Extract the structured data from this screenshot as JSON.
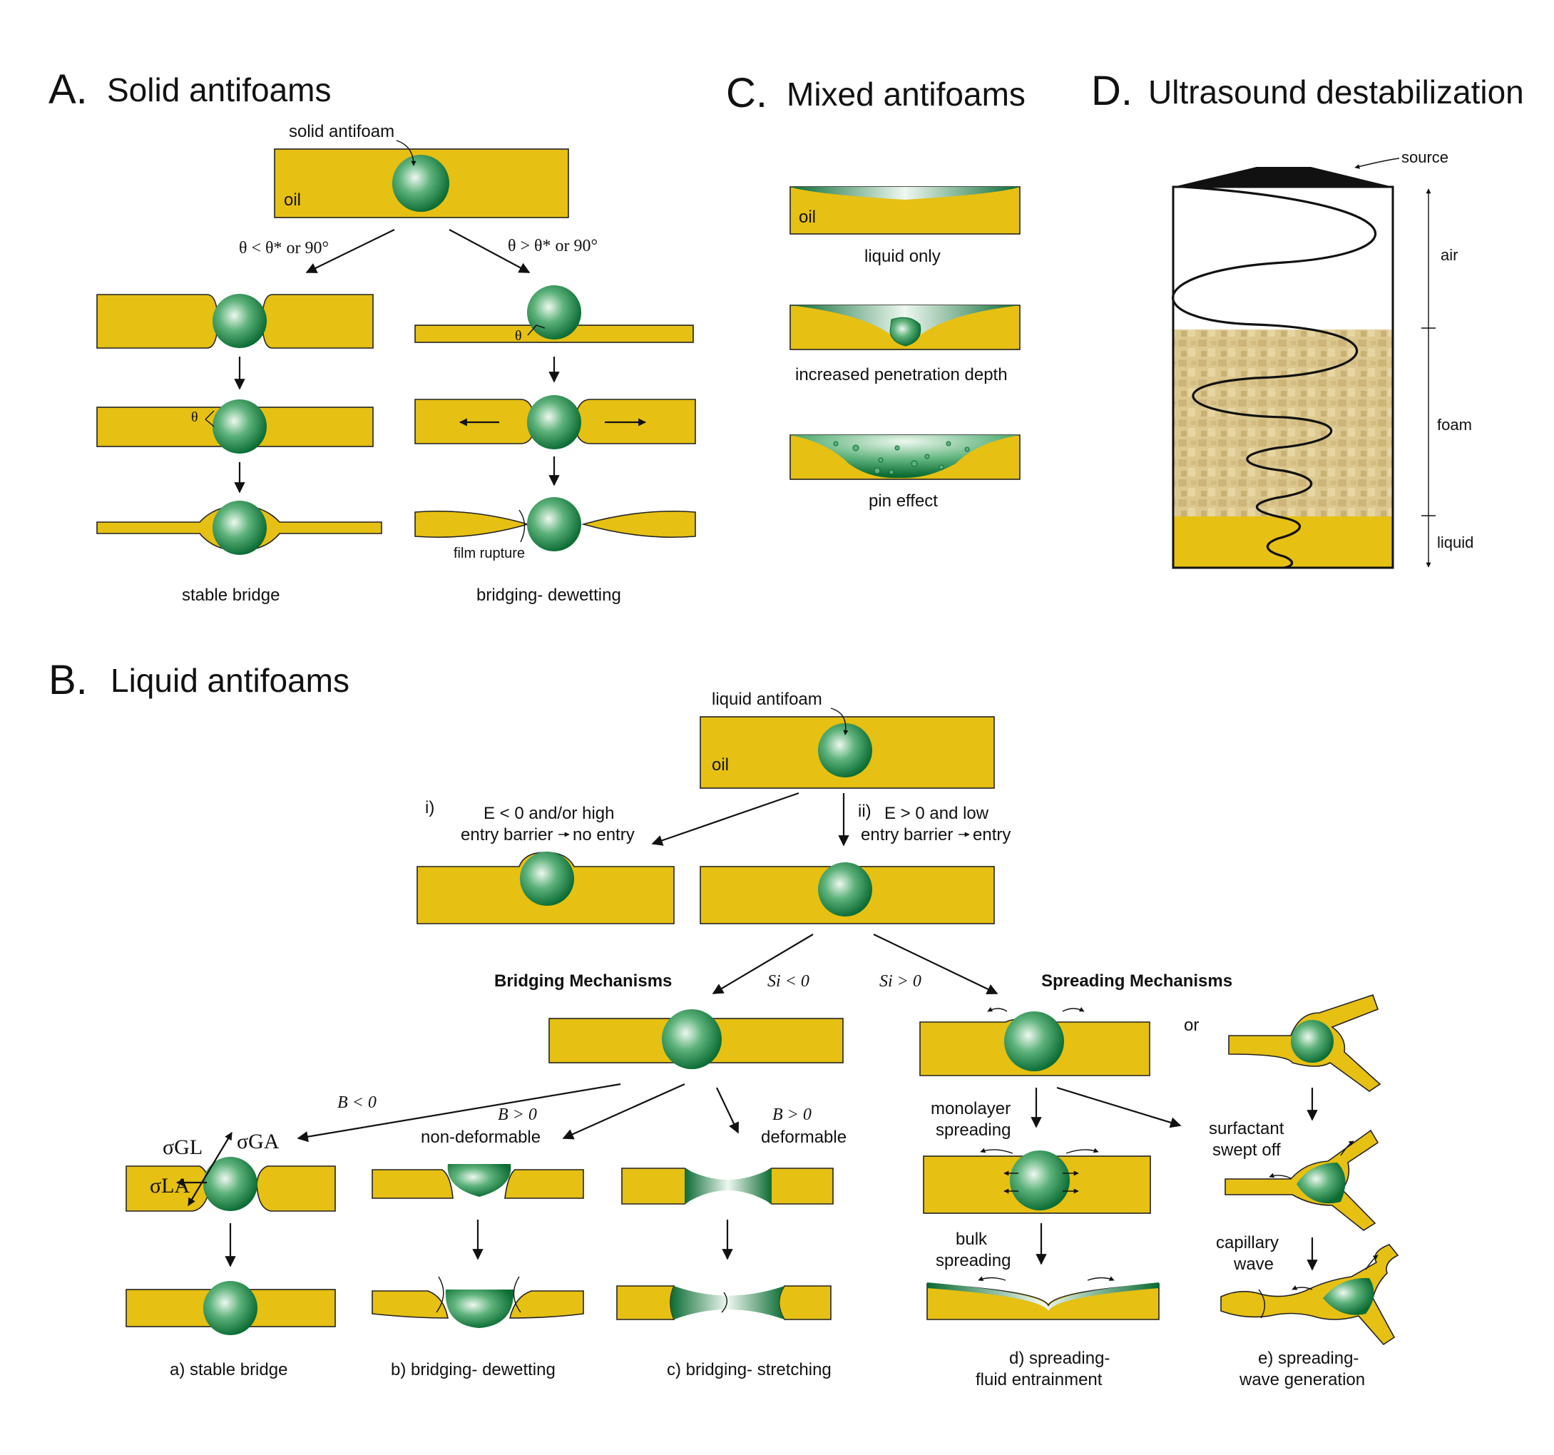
{
  "colors": {
    "oil": "#E6C013",
    "antifoam_dark": "#0F7A3A",
    "antifoam_light": "#E9F5EC",
    "foam": "#D9C58B",
    "outline": "#111111"
  },
  "panelA": {
    "letter": "A.",
    "title": "Solid antifoams",
    "particle_label": "solid antifoam",
    "oil_label": "oil",
    "left_condition": "θ < θ* or 90°",
    "right_condition": "θ > θ* or 90°",
    "theta": "θ",
    "film_rupture": "film rupture",
    "left_caption": "stable bridge",
    "right_caption": "bridging- dewetting"
  },
  "panelB": {
    "letter": "B.",
    "title": "Liquid antifoams",
    "drop_label": "liquid antifoam",
    "oil_label": "oil",
    "path_i": "i)",
    "path_i_line1": "E < 0 and/or high",
    "path_i_line2": "entry barrier",
    "path_i_result": "no entry",
    "path_ii": "ii)",
    "path_ii_line1": "E > 0 and low",
    "path_ii_line2": "entry barrier",
    "path_ii_result": "entry",
    "bridging_title": "Bridging Mechanisms",
    "spreading_title": "Spreading Mechanisms",
    "si_neg": "Si < 0",
    "si_pos": "Si > 0",
    "or": "or",
    "b_neg": "B < 0",
    "b_pos_nondef_1": "B > 0",
    "b_pos_nondef_2": "non-deformable",
    "b_pos_def_1": "B > 0",
    "b_pos_def_2": "deformable",
    "sigma_gl": "σGL",
    "sigma_ga": "σGA",
    "sigma_la": "σLA",
    "monolayer_1": "monolayer",
    "monolayer_2": "spreading",
    "bulk_1": "bulk",
    "bulk_2": "spreading",
    "surfactant_1": "surfactant",
    "surfactant_2": "swept off",
    "capillary_1": "capillary",
    "capillary_2": "wave",
    "caption_a": "a) stable bridge",
    "caption_b": "b) bridging- dewetting",
    "caption_c": "c) bridging- stretching",
    "caption_d1": "d) spreading-",
    "caption_d2": "fluid entrainment",
    "caption_e1": "e) spreading-",
    "caption_e2": "wave generation"
  },
  "panelC": {
    "letter": "C.",
    "title": "Mixed antifoams",
    "oil_label": "oil",
    "caption_1": "liquid only",
    "caption_2": "increased penetration depth",
    "caption_3": "pin effect"
  },
  "panelD": {
    "letter": "D.",
    "title": "Ultrasound destabilization",
    "source": "source",
    "air": "air",
    "foam": "foam",
    "liquid": "liquid"
  }
}
